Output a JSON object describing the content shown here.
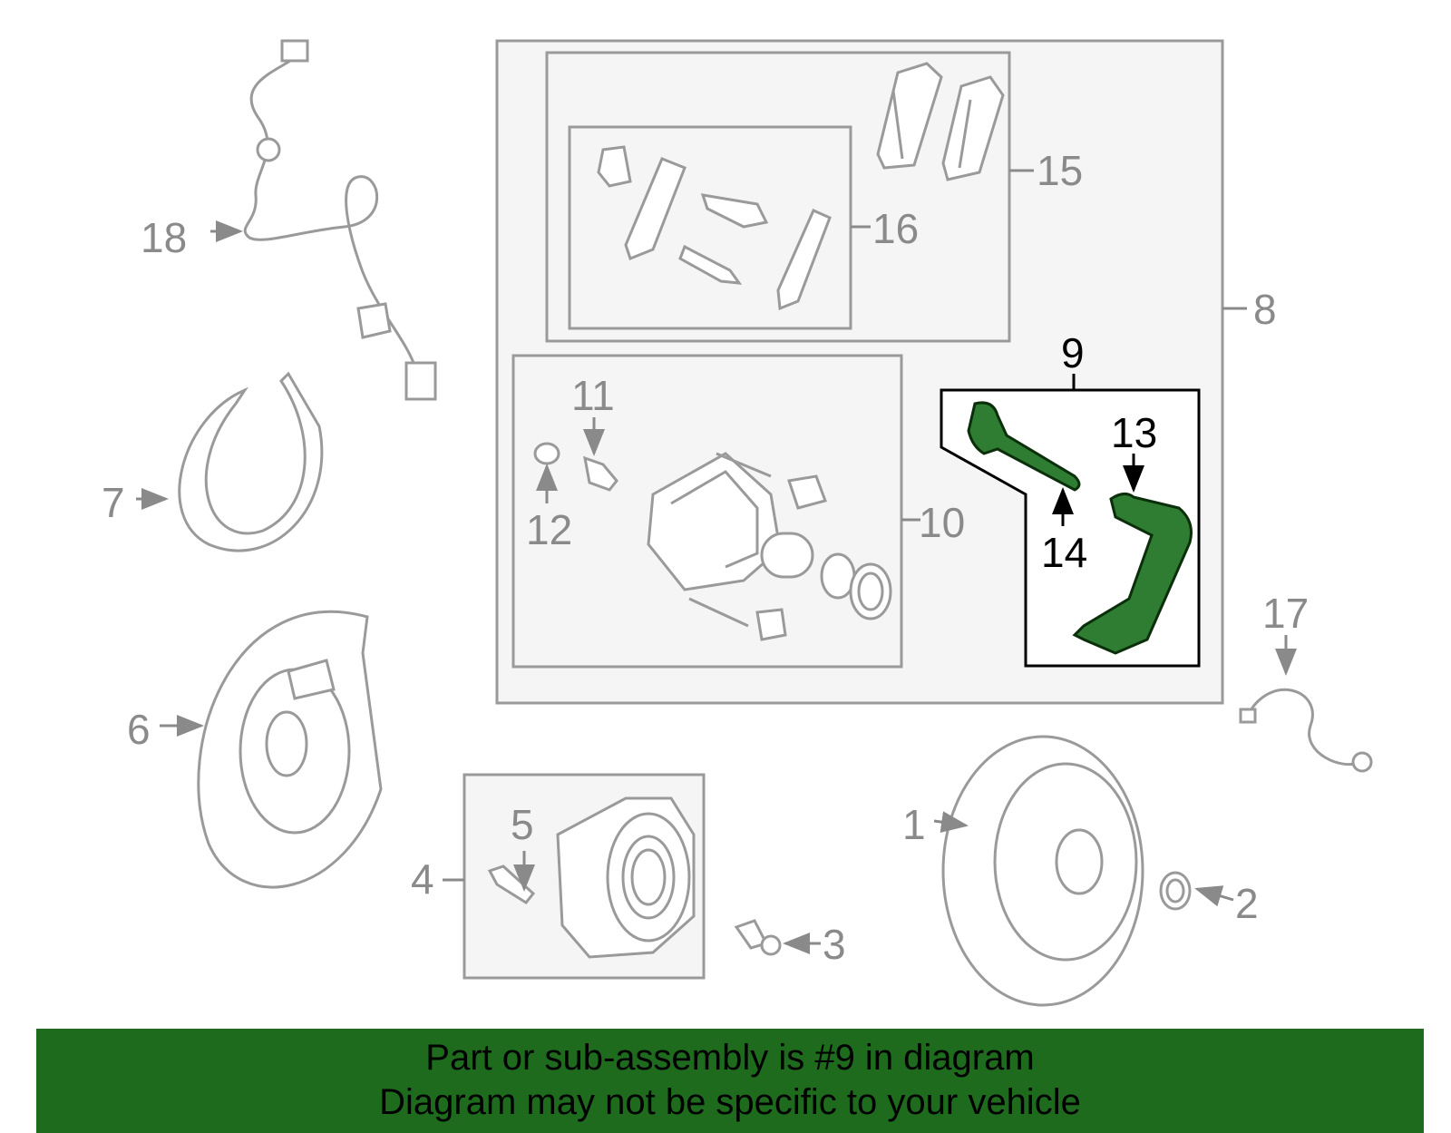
{
  "callouts": {
    "c1": "1",
    "c2": "2",
    "c3": "3",
    "c4": "4",
    "c5": "5",
    "c6": "6",
    "c7": "7",
    "c8": "8",
    "c9": "9",
    "c10": "10",
    "c11": "11",
    "c12": "12",
    "c13": "13",
    "c14": "14",
    "c15": "15",
    "c16": "16",
    "c17": "17",
    "c18": "18"
  },
  "highlighted_part": "9",
  "banner": {
    "line1": "Part or sub-assembly is #9 in diagram",
    "line2": "Diagram may not be specific to your vehicle"
  },
  "colors": {
    "part_outline": "#9a9a9a",
    "box_fill": "#f5f5f5",
    "highlight_fill": "#2e7d32",
    "banner_bg": "#1e6b1e",
    "text_dark": "#000000"
  }
}
